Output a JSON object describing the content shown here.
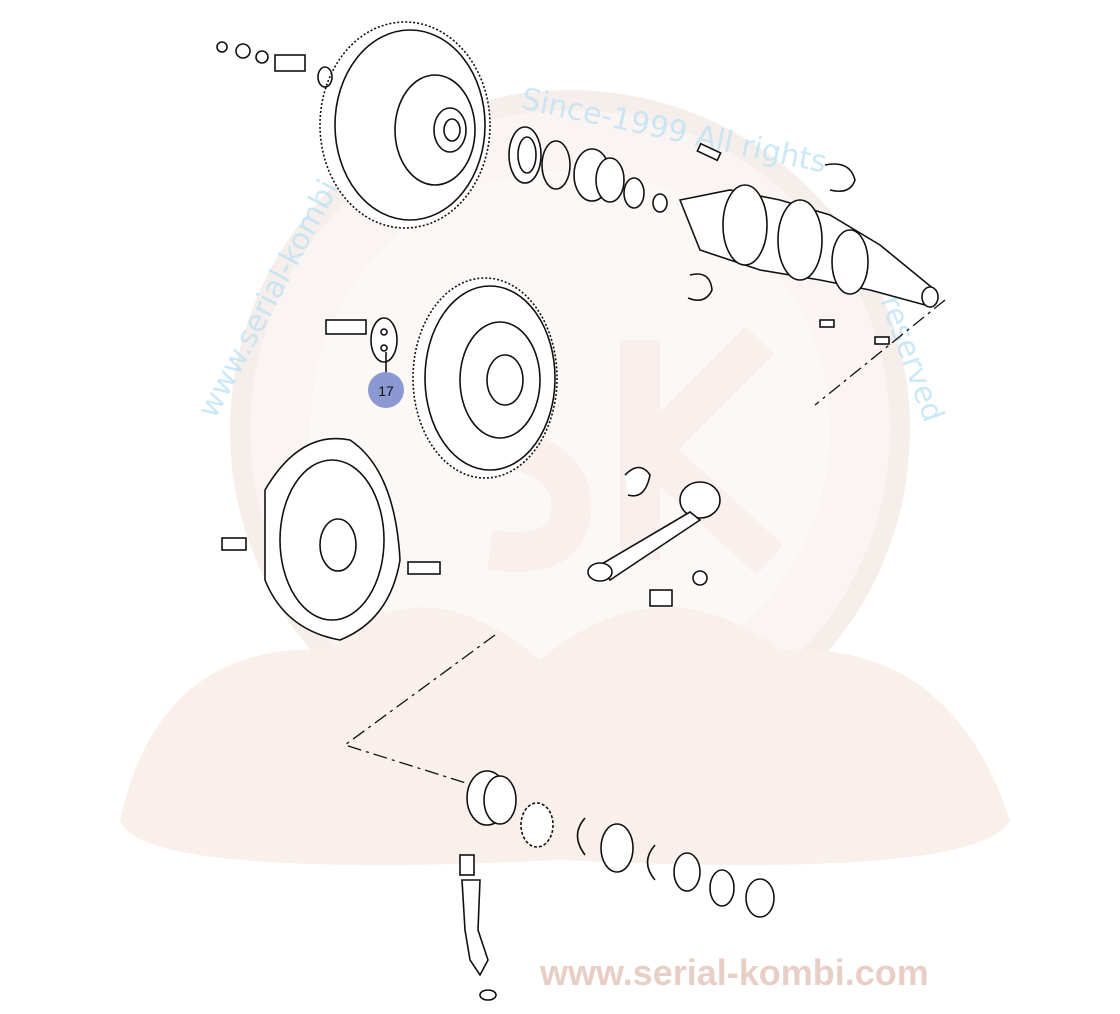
{
  "diagram": {
    "callouts": [
      {
        "number": "17",
        "color": "#8a99d2"
      }
    ],
    "watermark": {
      "arc_text_left": "www.serial-kombi.com",
      "arc_text_right": "Since-1999 All rights reserved",
      "inner_text": "www.serial-kombi.com",
      "logo_letters": "SK",
      "logo_color": "#e9c9bf"
    }
  }
}
